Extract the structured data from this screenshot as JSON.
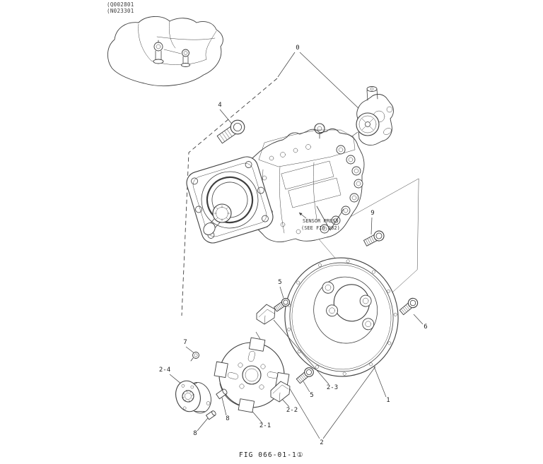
{
  "page": {
    "background": "#ffffff",
    "ink": "#3f3f3f"
  },
  "catalog_codes": {
    "line1": "(Q002801",
    "line2": "(N023301"
  },
  "figure_caption": "FIG 066-01-1①",
  "sensor_note": {
    "line1": "SENSOR PRESS",
    "line2": "(SEE FIG 982)"
  },
  "callouts": [
    {
      "label": "0"
    },
    {
      "label": "4"
    },
    {
      "label": "9"
    },
    {
      "label": "5"
    },
    {
      "label": "6"
    },
    {
      "label": "7"
    },
    {
      "label": "2-4"
    },
    {
      "label": "2-3"
    },
    {
      "label": "5"
    },
    {
      "label": "2-2"
    },
    {
      "label": "8"
    },
    {
      "label": "2-1"
    },
    {
      "label": "8"
    },
    {
      "label": "1"
    },
    {
      "label": "2"
    }
  ]
}
